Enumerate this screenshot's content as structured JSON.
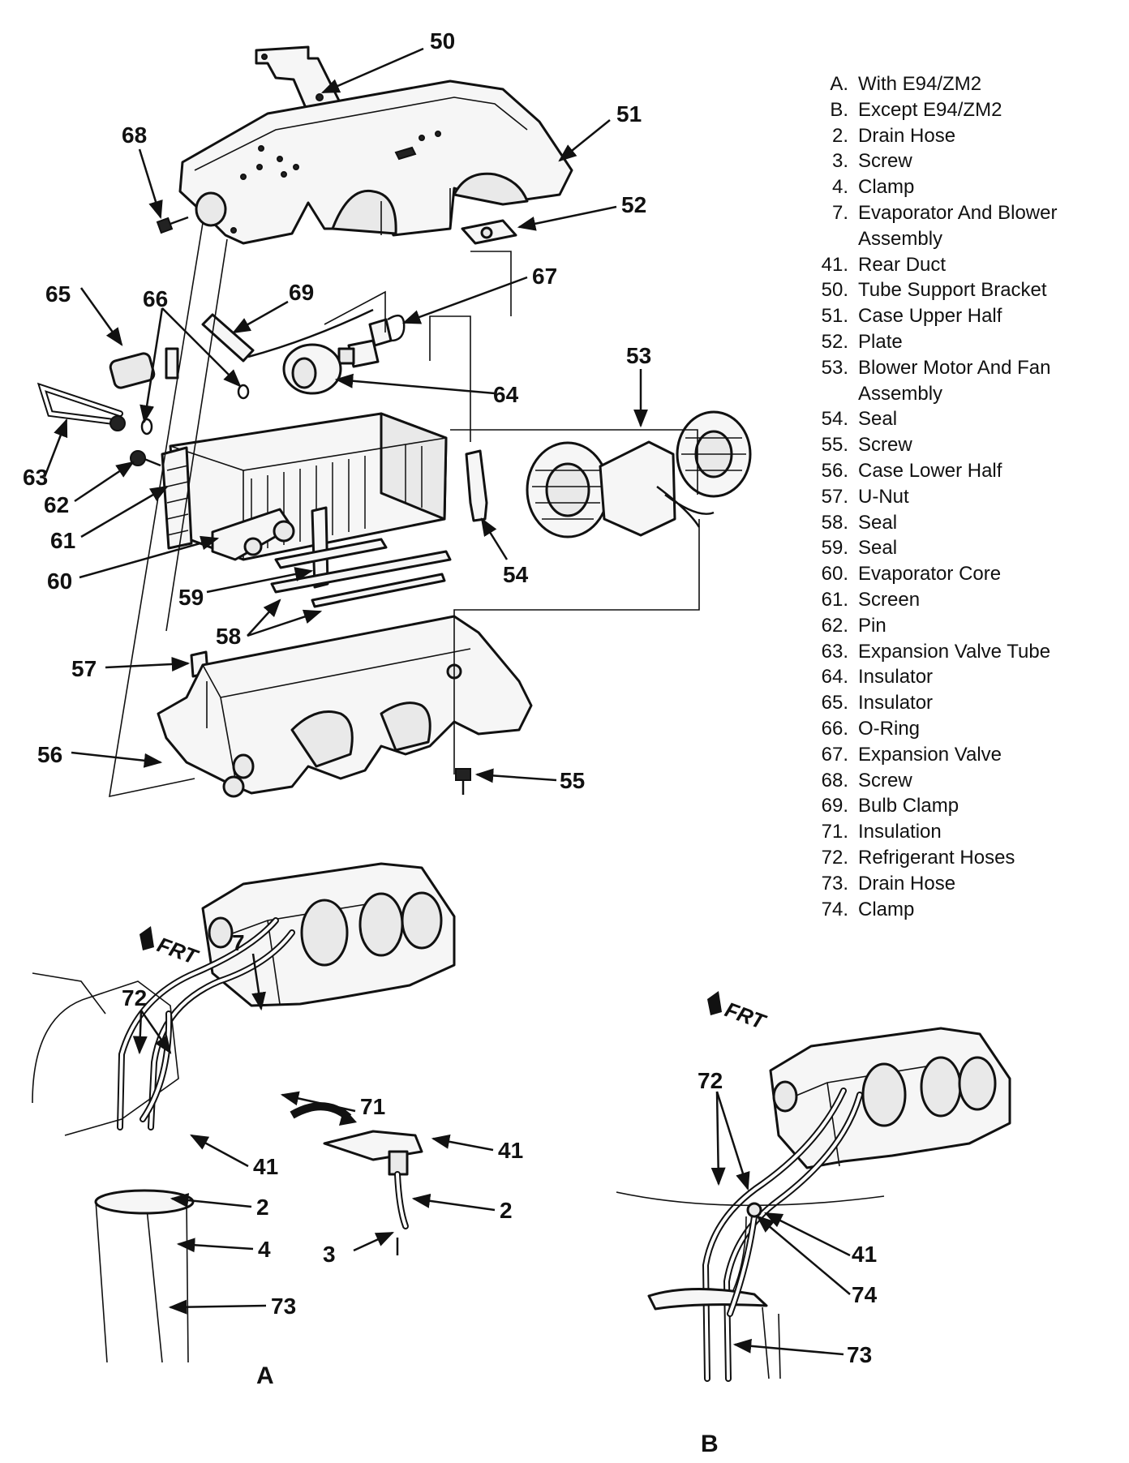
{
  "legend": [
    {
      "key": "A.",
      "label": "With E94/ZM2"
    },
    {
      "key": "B.",
      "label": "Except E94/ZM2"
    },
    {
      "key": "2.",
      "label": "Drain Hose"
    },
    {
      "key": "3.",
      "label": "Screw"
    },
    {
      "key": "4.",
      "label": "Clamp"
    },
    {
      "key": "7.",
      "label": "Evaporator And Blower Assembly"
    },
    {
      "key": "41.",
      "label": "Rear Duct"
    },
    {
      "key": "50.",
      "label": "Tube Support Bracket"
    },
    {
      "key": "51.",
      "label": "Case Upper Half"
    },
    {
      "key": "52.",
      "label": "Plate"
    },
    {
      "key": "53.",
      "label": "Blower Motor And Fan Assembly"
    },
    {
      "key": "54.",
      "label": "Seal"
    },
    {
      "key": "55.",
      "label": "Screw"
    },
    {
      "key": "56.",
      "label": "Case Lower Half"
    },
    {
      "key": "57.",
      "label": "U-Nut"
    },
    {
      "key": "58.",
      "label": "Seal"
    },
    {
      "key": "59.",
      "label": "Seal"
    },
    {
      "key": "60.",
      "label": "Evaporator Core"
    },
    {
      "key": "61.",
      "label": "Screen"
    },
    {
      "key": "62.",
      "label": "Pin"
    },
    {
      "key": "63.",
      "label": "Expansion Valve Tube"
    },
    {
      "key": "64.",
      "label": "Insulator"
    },
    {
      "key": "65.",
      "label": "Insulator"
    },
    {
      "key": "66.",
      "label": "O-Ring"
    },
    {
      "key": "67.",
      "label": "Expansion Valve"
    },
    {
      "key": "68.",
      "label": "Screw"
    },
    {
      "key": "69.",
      "label": "Bulb Clamp"
    },
    {
      "key": "71.",
      "label": "Insulation"
    },
    {
      "key": "72.",
      "label": "Refrigerant Hoses"
    },
    {
      "key": "73.",
      "label": "Drain Hose"
    },
    {
      "key": "74.",
      "label": "Clamp"
    }
  ],
  "callouts": {
    "c50": "50",
    "c51": "51",
    "c52": "52",
    "c53": "53",
    "c54": "54",
    "c55": "55",
    "c56": "56",
    "c57": "57",
    "c58": "58",
    "c59": "59",
    "c60": "60",
    "c61": "61",
    "c62": "62",
    "c63": "63",
    "c64": "64",
    "c65": "65",
    "c66": "66",
    "c67": "67",
    "c68": "68",
    "c69": "69",
    "a7": "7",
    "a72": "72",
    "a71": "71",
    "a41": "41",
    "a41b": "41",
    "a2": "2",
    "a2b": "2",
    "a4": "4",
    "a3": "3",
    "a73": "73",
    "b72": "72",
    "b41": "41",
    "b74": "74",
    "b73": "73"
  },
  "frt_label": "FRT",
  "view_labels": {
    "a": "A",
    "b": "B"
  }
}
